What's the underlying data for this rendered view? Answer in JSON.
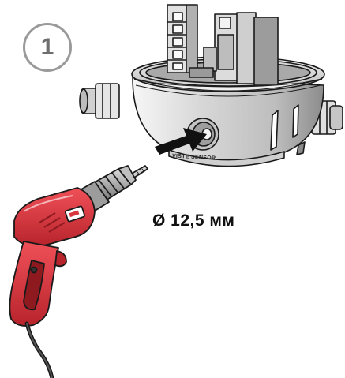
{
  "step": {
    "number": "1"
  },
  "drill_hole": {
    "diameter_label": "Ø 12,5 мм"
  },
  "housing": {
    "embossed_text": "VISTE SENSOR"
  },
  "colors": {
    "drill_body": "#d9363e",
    "drill_dark": "#8e1a20",
    "housing_gray": "#e4e4e4",
    "outline": "#1a1a1a",
    "arrow": "#111111",
    "badge_gray": "#9a9a9a"
  }
}
